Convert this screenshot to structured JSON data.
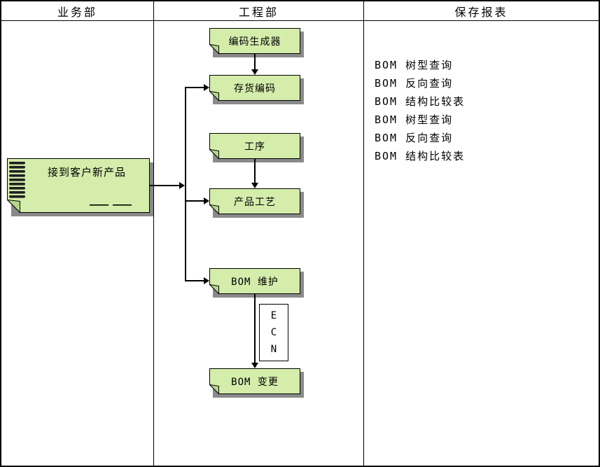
{
  "lanes": [
    {
      "title": "业务部"
    },
    {
      "title": "工程部"
    },
    {
      "title": "保存报表"
    }
  ],
  "source_document": {
    "label": "接到客户新产品"
  },
  "flow_boxes": [
    {
      "id": "code-generator",
      "label": "编码生成器"
    },
    {
      "id": "inventory-code",
      "label": "存货编码"
    },
    {
      "id": "operation",
      "label": "工序"
    },
    {
      "id": "product-routing",
      "label": "产品工艺"
    },
    {
      "id": "bom-maintenance",
      "label": "BOM 维护"
    },
    {
      "id": "bom-change",
      "label": "BOM 变更"
    }
  ],
  "ecn_label": {
    "letters": [
      "E",
      "C",
      "N"
    ]
  },
  "reports": [
    "BOM 树型查询",
    "BOM 反向查询",
    "BOM 结构比较表",
    "BOM 树型查询",
    "BOM 反向查询",
    "BOM 结构比较表"
  ],
  "colors": {
    "node_fill": "#d4edab",
    "node_fold": "#b3d788",
    "node_shadow": "#8a8a8a",
    "line": "#000000",
    "background": "#ffffff"
  }
}
